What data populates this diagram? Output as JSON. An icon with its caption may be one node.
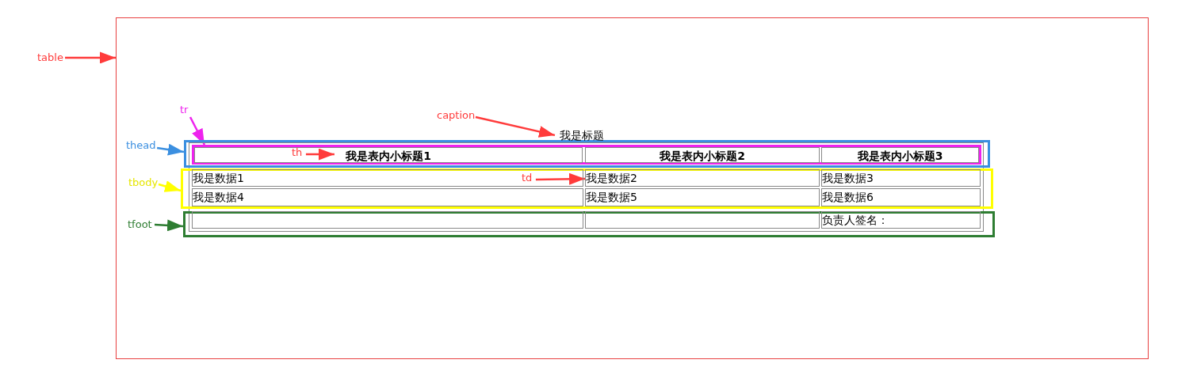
{
  "diagram": {
    "nodes": [
      {
        "text": [],
        "shape": "box"
      },
      {
        "text": [
          "我是标题"
        ],
        "in": 0
      },
      {
        "text": [],
        "shape": "box",
        "in": 0
      },
      {
        "text": [],
        "shape": "box",
        "in": 2
      },
      {
        "text": [
          "我是表内小标题1"
        ],
        "in": 3
      },
      {
        "text": [
          "我是表内小标题2"
        ],
        "in": 3
      },
      {
        "text": [
          "我是表内小标题3"
        ],
        "in": 3
      },
      {
        "text": [],
        "shape": "box",
        "in": 0
      },
      {
        "text": [
          "我是数据1"
        ],
        "in": 7
      },
      {
        "text": [
          "我是数据2"
        ],
        "in": 7
      },
      {
        "text": [
          "我是数据3"
        ],
        "in": 7
      },
      {
        "text": [
          "我是数据4"
        ],
        "in": 7
      },
      {
        "text": [
          "我是数据5"
        ],
        "in": 7
      },
      {
        "text": [
          "我是数据6"
        ],
        "in": 7
      },
      {
        "text": [],
        "shape": "box",
        "in": 0
      },
      {
        "text": [],
        "shape": "box",
        "in": 14
      },
      {
        "text": [],
        "shape": "box",
        "in": 14
      },
      {
        "text": [
          "负责人签名："
        ],
        "in": 14
      },
      {
        "text": [
          "table"
        ]
      },
      {
        "text": [
          "caption"
        ],
        "in": 0
      },
      {
        "text": [
          "tr"
        ],
        "in": 0
      },
      {
        "text": [
          "thead"
        ],
        "in": 0
      },
      {
        "text": [
          "th"
        ],
        "in": 4
      },
      {
        "text": [
          "tbody"
        ],
        "in": 0
      },
      {
        "text": [
          "td"
        ],
        "in": 8
      },
      {
        "text": [
          "tfoot"
        ],
        "in": 0
      }
    ],
    "edges": [
      {
        "from": 18,
        "to": 0,
        "arrow": "to"
      },
      {
        "from": 19,
        "to": 1,
        "arrow": "to"
      },
      {
        "from": 20,
        "to": 3,
        "arrow": "to",
        "color": "#ee22ee"
      },
      {
        "from": 21,
        "to": 2,
        "arrow": "to",
        "color": "#3b8fe0"
      },
      {
        "from": 22,
        "to": 4,
        "arrow": "to"
      },
      {
        "from": 23,
        "to": 7,
        "arrow": "to",
        "color": "#ffff00"
      },
      {
        "from": 24,
        "to": 9,
        "arrow": "to"
      },
      {
        "from": 25,
        "to": 14,
        "arrow": "to",
        "color": "#2e7d32"
      }
    ]
  }
}
